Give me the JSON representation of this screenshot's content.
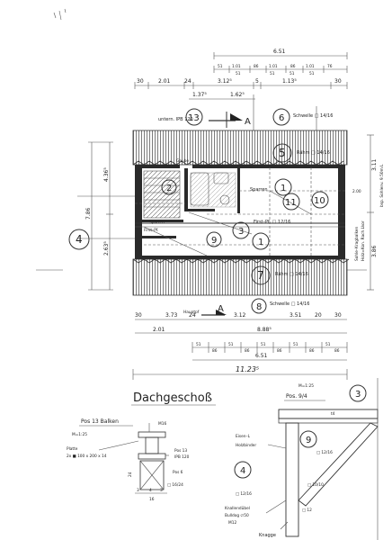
{
  "top_dims": {
    "overall": "6.51",
    "row1": [
      "30",
      "2.01",
      "24",
      "3.12⁵",
      "5",
      "1.13⁵",
      "30"
    ],
    "small_row": [
      "51",
      "1.01",
      "86",
      "1.01",
      "86",
      "1.01",
      "76"
    ],
    "small_row_sub": [
      "51",
      "51",
      "51",
      "51"
    ],
    "beam_l": "1.37⁵",
    "beam_r": "1.62⁵"
  },
  "left_dims": [
    "4.36⁵",
    "7.86",
    "2.63⁵"
  ],
  "right_dims": [
    "3.11",
    "3.86",
    "2.00"
  ],
  "right_notes": [
    "Sohle–Kragbalken",
    "bsp. Sohlenv. 9.50m L",
    "Holz=Kon. Rach.Lkor"
  ],
  "callouts": {
    "c13": "13",
    "c6": "6",
    "c5": "5",
    "c2": "2",
    "c1a": "1",
    "c11": "11",
    "c10": "10",
    "c4": "4",
    "c3": "3",
    "c9": "9",
    "c1b": "1",
    "c7": "7",
    "c8": "8",
    "A_top": "A",
    "A_bottom": "A"
  },
  "labels": {
    "ipb": "untern. IPB 120",
    "schwelle_top": "Schwelle □ 14/16",
    "rahm_top": "Rähm □ 14/16",
    "sparren_top": "Sparren",
    "sparren_mid": "Sparren",
    "firstpf": "First–Pf. □ 12/16",
    "rahm_bottom": "Rähm □ 14/16",
    "schwelle_bottom": "Schwelle □ 14/16",
    "haupt": "Hauptpf",
    "first_left": "First–Pf.",
    "small_rahm": "Rähm",
    "schwelle_small": "Schwelle",
    "gaube": "Gaube"
  },
  "bottom_dims": {
    "overall_651": "6.51",
    "overall_total": "11.23⁵",
    "row_a": [
      "30",
      "3.73",
      "24",
      "3.12",
      "3.51",
      "20",
      "30"
    ],
    "row_b": [
      "2.01",
      "8.88⁵"
    ],
    "small": [
      "51",
      "86",
      "51",
      "86",
      "51",
      "86",
      "51",
      "86",
      "51",
      "86"
    ]
  },
  "title": "Dachgeschoß",
  "pos13": {
    "title": "Pos 13 Balken",
    "scale": "M=1:25",
    "m16": "M16",
    "platte": "Platte",
    "platte_dims": "2x ■ 100 x 200 x 14",
    "pos13_label": "Pos 13",
    "ipb": "IPB 120",
    "pos6": "Pos 6",
    "pos6_sz": "□ 16/24",
    "dims": [
      "16",
      "24",
      "3",
      "4",
      "3"
    ]
  },
  "pos94": {
    "scale": "M=1:25",
    "title": "Pos. 9/4",
    "c3": "3",
    "c9": "9",
    "c4": "4",
    "eisenL": "Eisen–L",
    "holzbinder": "Holzbinder",
    "sizes": [
      "□ 12/16",
      "□ 10/10",
      "□ 12/16",
      "□ 12"
    ],
    "kd1": "Knallendübel",
    "kd2": "Bulldog ∅50",
    "kd3": "M12",
    "knagge": "Knagge",
    "t4": "t4"
  }
}
